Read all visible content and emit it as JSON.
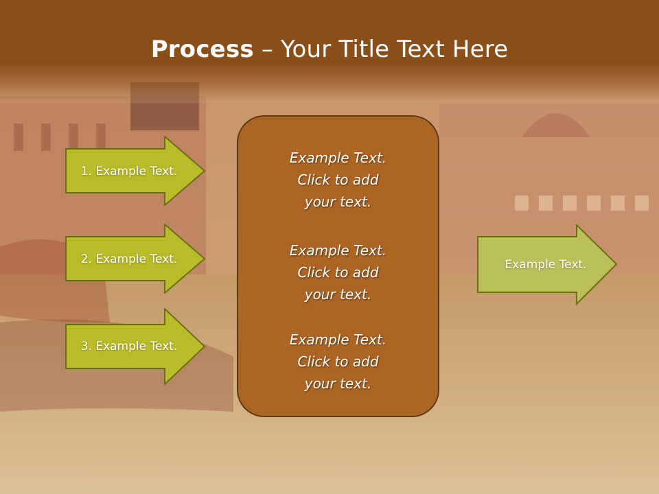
{
  "slide": {
    "title_bold": "Process",
    "title_rest": " – Your Title Text Here",
    "left_arrows": [
      {
        "label": "1. Example Text."
      },
      {
        "label": "2. Example Text."
      },
      {
        "label": "3. Example Text."
      }
    ],
    "center_box": {
      "paragraphs": [
        {
          "lines": [
            "Example Text.",
            "Click  to add",
            "your text."
          ]
        },
        {
          "lines": [
            "Example Text.",
            "Click  to add",
            "your text."
          ]
        },
        {
          "lines": [
            "Example Text.",
            "Click  to add",
            "your text."
          ]
        }
      ]
    },
    "right_arrow": {
      "label": "Example Text."
    }
  },
  "colors": {
    "title_bar": "#8a4e18",
    "left_arrow_fill": "#b8bc28",
    "right_arrow_fill": "#bcc05a",
    "center_box_fill": "#ad6524"
  }
}
